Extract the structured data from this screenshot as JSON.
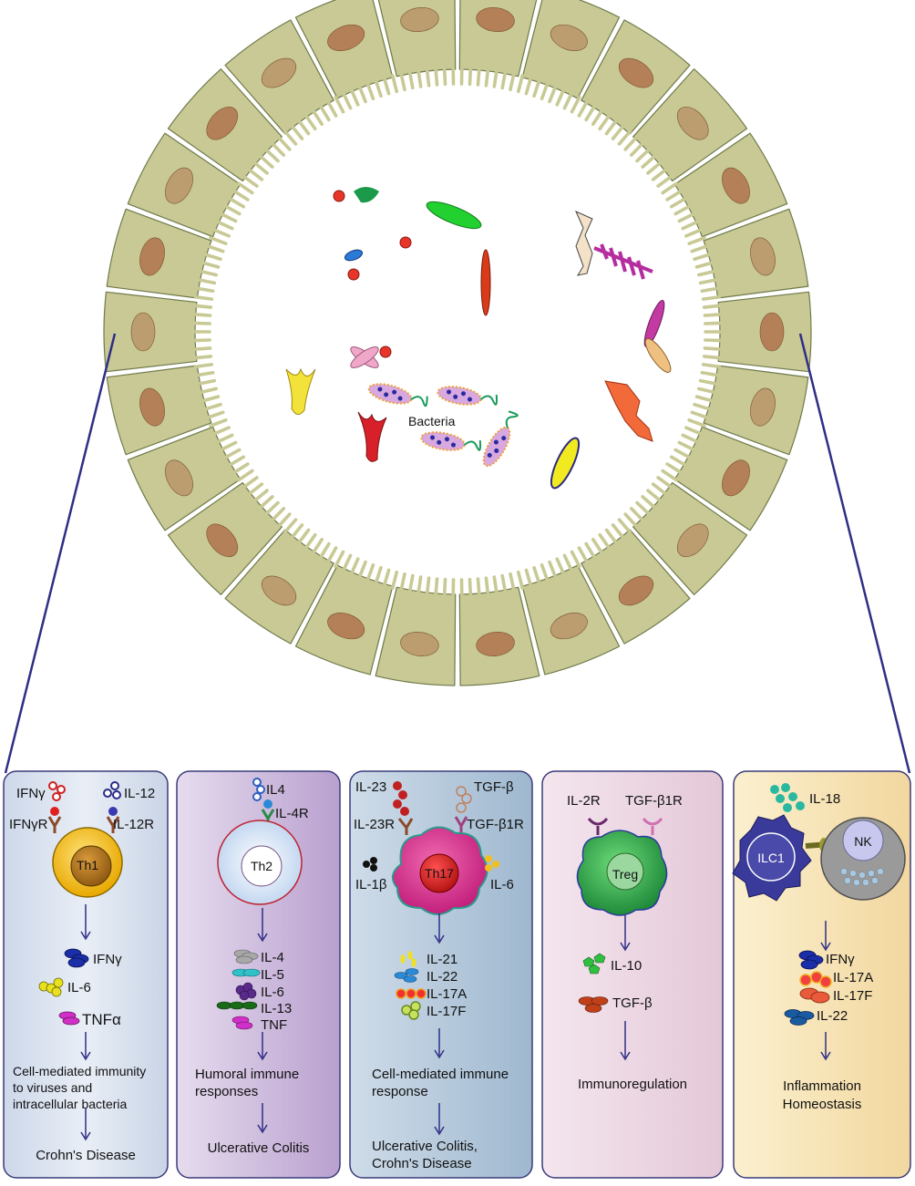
{
  "lumen": {
    "label": "Bacteria"
  },
  "colors": {
    "epithelium": "#c8c994",
    "epithelium_border": "#6f7a4a",
    "nucleus": "#b07850",
    "panel_border": "#3a3a7a",
    "connector": "#2e2e86"
  },
  "panels": {
    "th1": {
      "cell": "Th1",
      "ligand_left": "IFNγ",
      "receptor_left": "IFNγR",
      "ligand_right": "IL-12",
      "receptor_right": "IL-12R",
      "cytokines": [
        "IFNγ",
        "IL-6",
        "TNFα"
      ],
      "function": "Cell-mediated immunity to  viruses and intracellular bacteria",
      "disease": "Crohn's Disease"
    },
    "th2": {
      "cell": "Th2",
      "ligand": "IL4",
      "receptor": "IL-4R",
      "cytokines": [
        "IL-4",
        "IL-5",
        "IL-6",
        "IL-13",
        "TNF"
      ],
      "function": "Humoral immune responses",
      "disease": "Ulcerative Colitis"
    },
    "th17": {
      "cell": "Th17",
      "ligand_left": "IL-23",
      "receptor_left": "IL-23R",
      "ligand_right": "TGF-β",
      "receptor_right": "TGF-β1R",
      "side_left": "IL-1β",
      "side_right": "IL-6",
      "cytokines": [
        "IL-21",
        "IL-22",
        "IL-17A",
        "IL-17F"
      ],
      "function": "Cell-mediated immune response",
      "disease": "Ulcerative Colitis, Crohn's Disease"
    },
    "treg": {
      "cell": "Treg",
      "receptor_left": "IL-2R",
      "receptor_right": "TGF-β1R",
      "cytokines": [
        "IL-10",
        "TGF-β"
      ],
      "function": "Immunoregulation"
    },
    "ilc": {
      "cell_left": "ILC1",
      "cell_right": "NK",
      "ligand": "IL-18",
      "cytokines": [
        "IFNγ",
        "IL-17A",
        "IL-17F",
        "IL-22"
      ],
      "function_1": "Inflammation",
      "function_2": "Homeostasis"
    }
  }
}
